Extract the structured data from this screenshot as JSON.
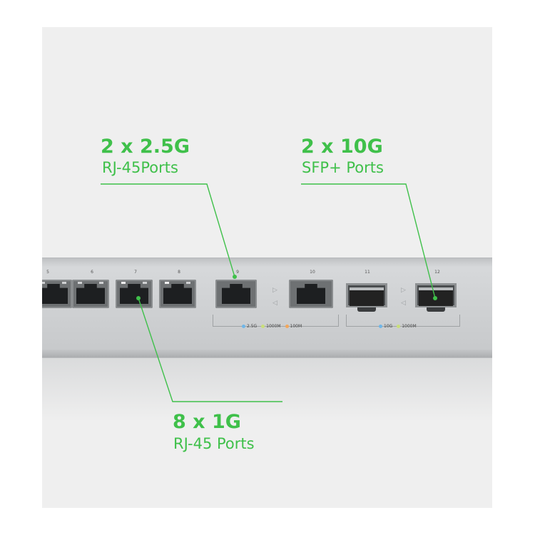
{
  "callouts": {
    "mid_2_5g": {
      "title": "2 x 2.5G",
      "subtitle": "RJ-45Ports"
    },
    "sfp_10g": {
      "title": "2 x 10G",
      "subtitle": "SFP+ Ports"
    },
    "gig_1g": {
      "title": "8 x 1G",
      "subtitle": "RJ-45 Ports"
    }
  },
  "ports": {
    "labels": [
      "5",
      "6",
      "7",
      "8",
      "9",
      "10",
      "11",
      "12"
    ]
  },
  "legend_rj": {
    "a": "2.5G",
    "b": "1000M",
    "c": "100M"
  },
  "legend_sfp": {
    "a": "10G",
    "b": "1000M"
  },
  "colors": {
    "accent": "#3fc04a",
    "led_blue": "#6fb6e8",
    "led_green": "#c9df7a",
    "led_orange": "#f2a65a"
  }
}
